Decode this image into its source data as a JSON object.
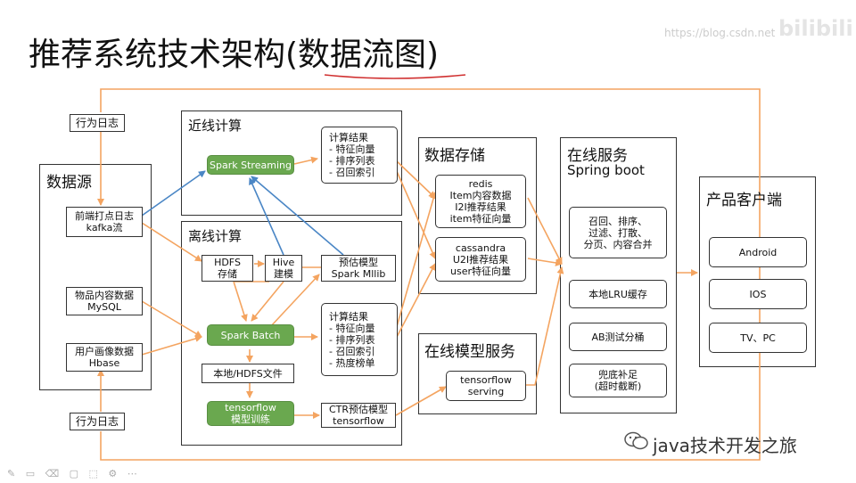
{
  "title": "推荐系统技术架构(数据流图)",
  "watermark": "https://blog.csdn.net",
  "logo": "bilibili",
  "footer": "java技术开发之旅",
  "toolbar_icons": [
    "pen-icon",
    "highlighter-icon",
    "eraser-icon",
    "shapes-icon",
    "screen-icon",
    "settings-icon",
    "dots-icon"
  ],
  "colors": {
    "orange": "#f4a460",
    "blue": "#4a86c5",
    "green": "#6aa84f"
  },
  "labels": {
    "log_top": "行为日志",
    "log_bottom": "行为日志",
    "data_source": "数据源",
    "frontend_log": [
      "前端打点日志",
      "kafka流"
    ],
    "item_data": [
      "物品内容数据",
      "MySQL"
    ],
    "user_profile": [
      "用户画像数据",
      "Hbase"
    ],
    "nearline": "近线计算",
    "spark_streaming": "Spark Streaming",
    "nearline_result": [
      "计算结果",
      "- 特征向量",
      "- 排序列表",
      "- 召回索引"
    ],
    "offline": "离线计算",
    "hdfs": [
      "HDFS",
      "存储"
    ],
    "hive": [
      "Hive",
      "建模"
    ],
    "predict_model": [
      "预估模型",
      "Spark Mllib"
    ],
    "spark_batch": "Spark Batch",
    "offline_result": [
      "计算结果",
      "- 特征向量",
      "- 排序列表",
      "- 召回索引",
      "- 热度榜单"
    ],
    "local_hdfs": "本地/HDFS文件",
    "tf_train": [
      "tensorflow",
      "模型训练"
    ],
    "ctr_model": [
      "CTR预估模型",
      "tensorflow"
    ],
    "storage": "数据存储",
    "redis": [
      "redis",
      "Item内容数据",
      "I2I推荐结果",
      "item特征向量"
    ],
    "cassandra": [
      "cassandra",
      "U2I推荐结果",
      "user特征向量"
    ],
    "model_service": "在线模型服务",
    "tf_serving": [
      "tensorflow",
      "serving"
    ],
    "online_service": "在线服务",
    "spring": "Spring boot",
    "recall": [
      "召回、排序、",
      "过滤、打散、",
      "分页、内容合并"
    ],
    "lru": "本地LRU缓存",
    "ab": "AB测试分桶",
    "fallback": [
      "兜底补足",
      "(超时截断)"
    ],
    "client": "产品客户端",
    "android": "Android",
    "ios": "IOS",
    "tvpc": "TV、PC"
  }
}
